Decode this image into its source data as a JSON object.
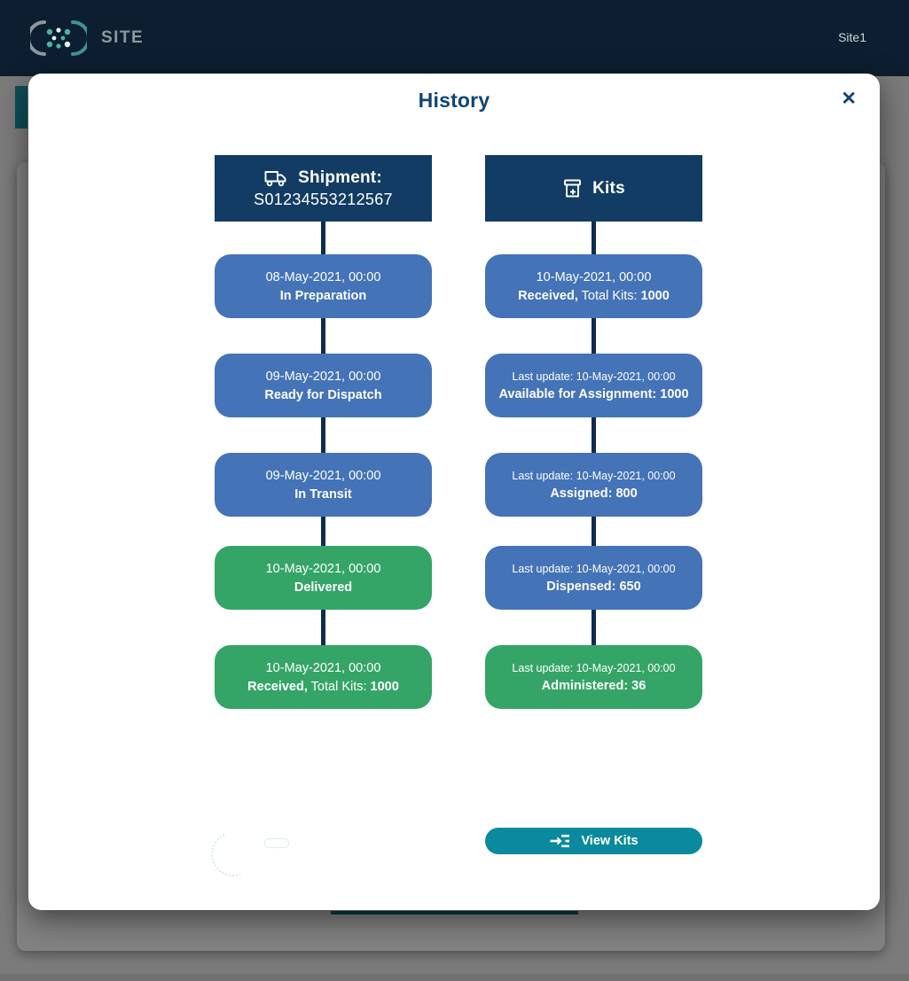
{
  "header": {
    "brand": "SITE",
    "site_label": "Site1",
    "logo": "network-logo-icon"
  },
  "modal": {
    "title": "History",
    "close_glyph": "✕",
    "columns": [
      {
        "name": "shipment",
        "header": {
          "icon": "truck-icon",
          "title": "Shipment:",
          "subtitle": "S01234553212567"
        },
        "items": [
          {
            "color": "blue",
            "line1": "08-May-2021, 00:00",
            "line2": [
              {
                "text": "In Preparation",
                "bold": true
              }
            ]
          },
          {
            "color": "blue",
            "line1": "09-May-2021, 00:00",
            "line2": [
              {
                "text": "Ready for Dispatch",
                "bold": true
              }
            ]
          },
          {
            "color": "blue",
            "line1": "09-May-2021, 00:00",
            "line2": [
              {
                "text": "In Transit",
                "bold": true
              }
            ]
          },
          {
            "color": "green",
            "line1": "10-May-2021, 00:00",
            "line2": [
              {
                "text": "Delivered",
                "bold": true
              }
            ]
          },
          {
            "color": "green",
            "line1": "10-May-2021, 00:00",
            "line2": [
              {
                "text": "Received,",
                "bold": true
              },
              {
                "text": " Total Kits: ",
                "bold": false
              },
              {
                "text": "1000",
                "bold": true
              }
            ]
          }
        ]
      },
      {
        "name": "kits",
        "header": {
          "icon": "kit-box-icon",
          "title": "Kits",
          "subtitle": ""
        },
        "items": [
          {
            "color": "blue",
            "line1": "10-May-2021, 00:00",
            "line2": [
              {
                "text": "Received,",
                "bold": true
              },
              {
                "text": " Total Kits: ",
                "bold": false
              },
              {
                "text": "1000",
                "bold": true
              }
            ]
          },
          {
            "color": "blue",
            "line1": "Last update: 10-May-2021, 00:00",
            "line2": [
              {
                "text": "Available for Assignment: 1000",
                "bold": true
              }
            ]
          },
          {
            "color": "blue",
            "line1": "Last update: 10-May-2021, 00:00",
            "line2": [
              {
                "text": "Assigned: 800",
                "bold": true
              }
            ]
          },
          {
            "color": "blue",
            "line1": "Last update: 10-May-2021, 00:00",
            "line2": [
              {
                "text": "Dispensed: 650",
                "bold": true
              }
            ]
          },
          {
            "color": "green",
            "line1": "Last update: 10-May-2021, 00:00",
            "line2": [
              {
                "text": "Administered: 36",
                "bold": true
              }
            ]
          }
        ]
      }
    ],
    "view_kits_button": {
      "label": "View Kits",
      "icon": "enter-list-icon"
    }
  },
  "colors": {
    "header_navy": "#0c1e30",
    "panel_navy": "#123c63",
    "connector_navy": "#0e2c4e",
    "status_blue": "#4473b7",
    "status_green": "#35a567",
    "action_teal": "#0a8a9c",
    "title_blue": "#114477"
  }
}
